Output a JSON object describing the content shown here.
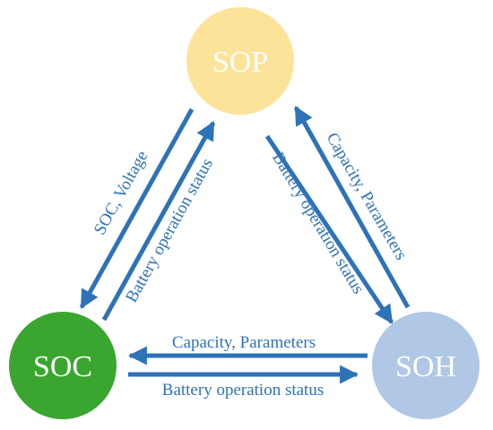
{
  "colors": {
    "arrow": "#2e72b8",
    "label_text": "#2e72b8",
    "sop_fill": "#fde39a",
    "soc_fill": "#3aa630",
    "soh_fill": "#b0c7e6",
    "node_text": "#ffffff"
  },
  "nodes": {
    "sop": {
      "label": "SOP"
    },
    "soc": {
      "label": "SOC"
    },
    "soh": {
      "label": "SOH"
    }
  },
  "edges": {
    "sop_to_soc": {
      "label": "SOC, Voltage"
    },
    "soc_to_sop": {
      "label": "Battery operation status"
    },
    "sop_to_soh": {
      "label": "Battery operation status"
    },
    "soh_to_sop": {
      "label": "Capacity, Parameters"
    },
    "soh_to_soc": {
      "label": "Capacity, Parameters"
    },
    "soc_to_soh": {
      "label": "Battery operation status"
    }
  }
}
